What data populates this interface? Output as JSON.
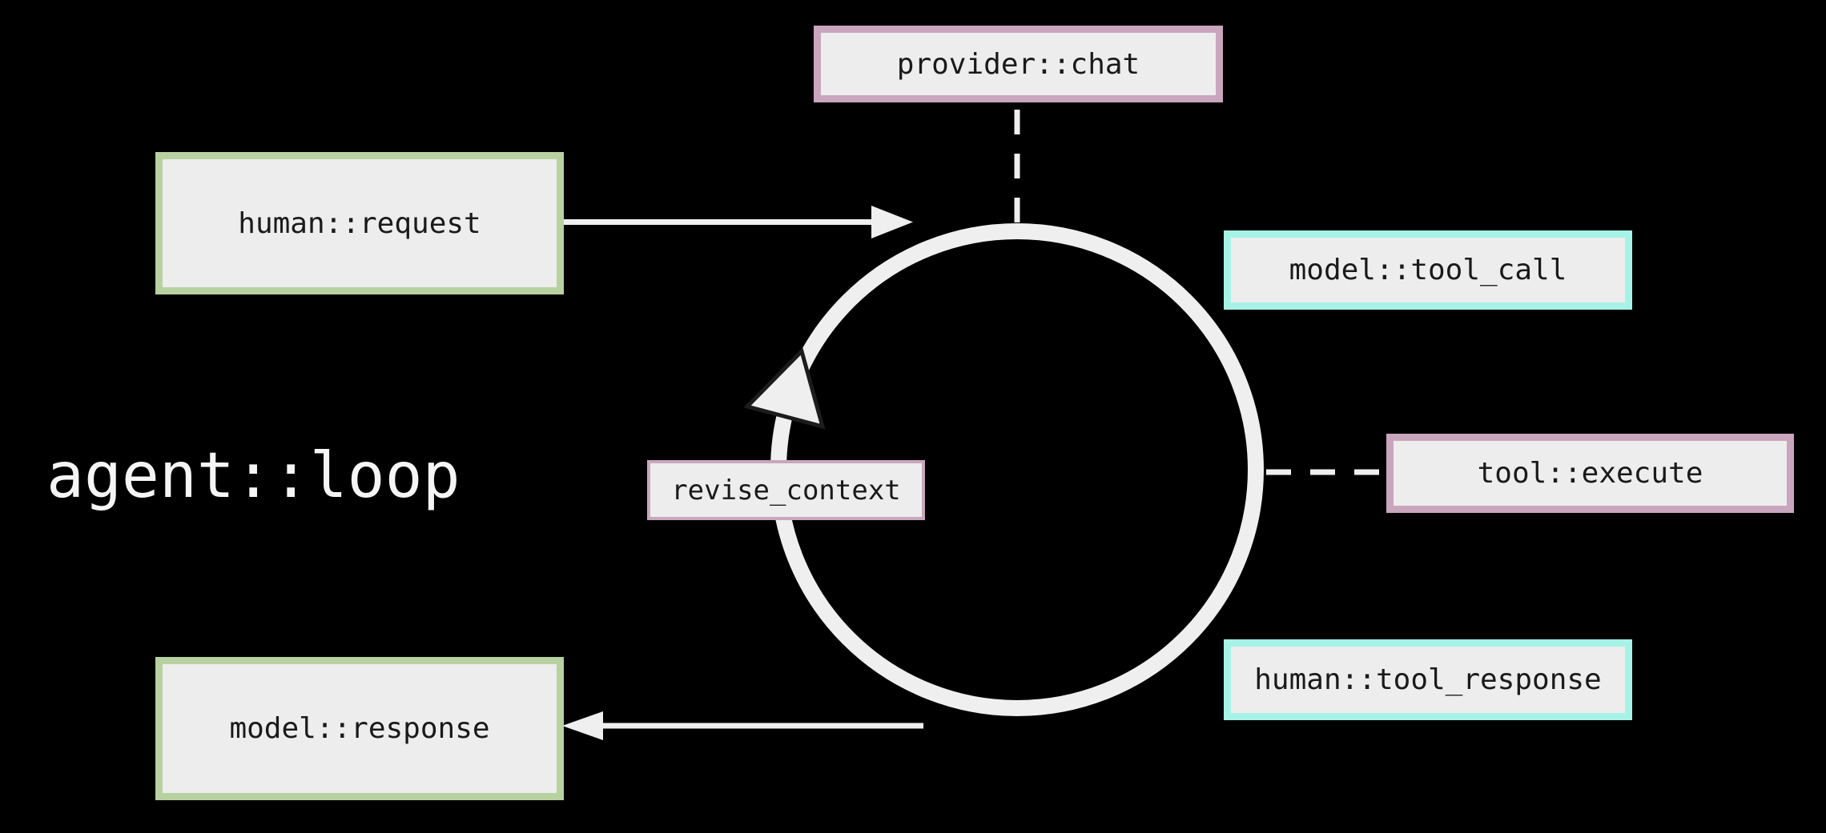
{
  "diagram": {
    "title": "agent::loop",
    "nodes": {
      "provider_chat": {
        "label": "provider::chat",
        "accent": "pink"
      },
      "human_request": {
        "label": "human::request",
        "accent": "green"
      },
      "model_tool_call": {
        "label": "model::tool_call",
        "accent": "cyan"
      },
      "tool_execute": {
        "label": "tool::execute",
        "accent": "pink"
      },
      "human_tool_response": {
        "label": "human::tool_response",
        "accent": "cyan"
      },
      "model_response": {
        "label": "model::response",
        "accent": "green"
      },
      "revise_context": {
        "label": "revise_context",
        "accent": "pink"
      }
    },
    "edges": [
      {
        "from": "human::request",
        "to": "agent::loop",
        "style": "solid-arrow"
      },
      {
        "from": "provider::chat",
        "to": "agent::loop",
        "style": "dashed-line"
      },
      {
        "from": "agent::loop",
        "to": "tool::execute",
        "style": "dashed-line"
      },
      {
        "from": "agent::loop",
        "to": "model::response",
        "style": "solid-arrow"
      },
      {
        "from": "agent::loop",
        "to": "agent::loop",
        "style": "circular-arrow-counterclockwise"
      }
    ]
  },
  "colors": {
    "background": "#000000",
    "box_fill": "#ededed",
    "border_pink": "#c9a6bd",
    "border_green": "#b7d1a1",
    "border_cyan": "#a7f2e7",
    "line": "#efefef",
    "text_dark": "#1a1a1a",
    "text_light": "#f5f5f5"
  }
}
